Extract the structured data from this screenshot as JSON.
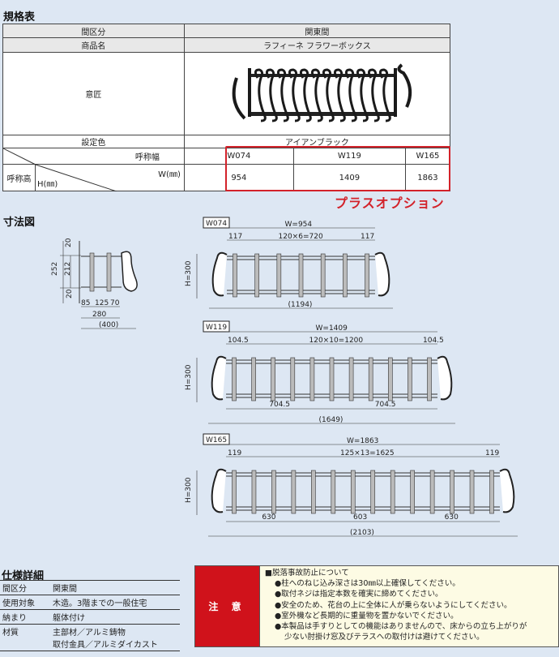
{
  "spec_table": {
    "title": "規格表",
    "rows": {
      "category": {
        "label": "間区分",
        "value": "関東間"
      },
      "product": {
        "label": "商品名",
        "value": "ラフィーネ フラワーボックス"
      },
      "design": {
        "label": "意匠"
      },
      "color": {
        "label": "設定色",
        "value": "アイアンブラック"
      },
      "nominal_width": {
        "label": "呼称幅",
        "values": [
          "W074",
          "W119",
          "W165"
        ]
      },
      "size": {
        "label": "呼称高",
        "w_label": "W(㎜)",
        "h_label": "H(㎜)",
        "values": [
          "954",
          "1409",
          "1863"
        ]
      }
    },
    "option_label": "プラスオプション",
    "accent_color": "#d3222a"
  },
  "dimensions": {
    "title": "寸法図",
    "side": {
      "top": "20",
      "height_total": "252",
      "inner": "212",
      "bottom": "20",
      "d1": "85",
      "d2": "125",
      "d3": "70",
      "depth": "280",
      "overall": "(400)"
    },
    "views": [
      {
        "name": "W074",
        "width": "W=954",
        "end_left": "117",
        "pitch": "120×6=720",
        "end_right": "117",
        "height": "H=300",
        "overall": "(1194)",
        "spans": []
      },
      {
        "name": "W119",
        "width": "W=1409",
        "end_left": "104.5",
        "pitch": "120×10=1200",
        "end_right": "104.5",
        "height": "H=300",
        "overall": "(1649)",
        "spans": [
          "704.5",
          "704.5"
        ]
      },
      {
        "name": "W165",
        "width": "W=1863",
        "end_left": "119",
        "pitch": "125×13=1625",
        "end_right": "119",
        "height": "H=300",
        "overall": "(2103)",
        "spans": [
          "630",
          "603",
          "630"
        ]
      }
    ]
  },
  "details": {
    "title": "仕様詳細",
    "rows": [
      {
        "label": "間区分",
        "value": "関東間"
      },
      {
        "label": "使用対象",
        "value": "木造。3階までの一般住宅"
      },
      {
        "label": "納まり",
        "value": "躯体付け"
      },
      {
        "label": "材質",
        "value": "主部材／アルミ鋳物",
        "value2": "取付金具／アルミダイカスト"
      }
    ]
  },
  "notice": {
    "tag": "注 意",
    "heading": "■脱落事故防止について",
    "items": [
      "●柱へのねじ込み深さは30㎜以上確保してください。",
      "●取付ネジは指定本数を確実に締めてください。",
      "●安全のため、花台の上に全体に人が乗らないようにしてください。",
      "●室外機など長期的に重量物を置かないでください。",
      "●本製品は手すりとしての機能はありませんので、床からの立ち上がりが"
    ],
    "continuation": "少ない肘掛け窓及びテラスへの取付けは避けてください。"
  }
}
